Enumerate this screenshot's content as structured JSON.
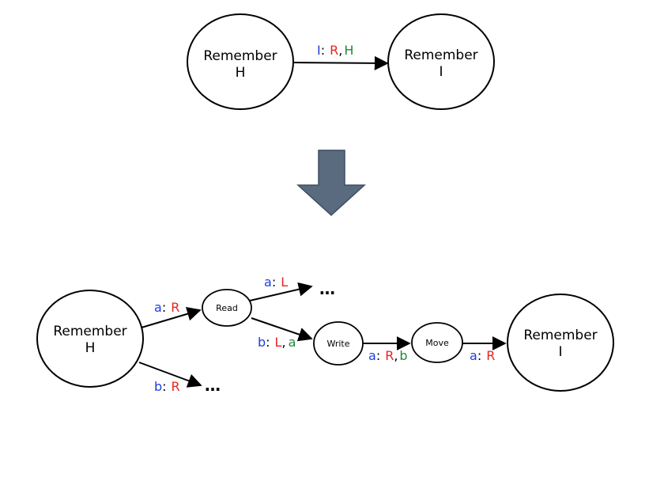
{
  "top": {
    "node_h": {
      "line1": "Remember",
      "line2": "H"
    },
    "node_i": {
      "line1": "Remember",
      "line2": "I"
    },
    "edge": {
      "read": "I",
      "sep": ":",
      "write": "R",
      "comma": ",",
      "state": "H"
    }
  },
  "colors": {
    "read_symbol": "#1f3fd9",
    "direction": "#e8231f",
    "written_symbol": "#1d8a3a",
    "arrow_fill": "#5a6b80"
  },
  "bottom": {
    "node_h": {
      "line1": "Remember",
      "line2": "H"
    },
    "node_read": {
      "label": "Read"
    },
    "node_write": {
      "label": "Write"
    },
    "node_move": {
      "label": "Move"
    },
    "node_i": {
      "line1": "Remember",
      "line2": "I"
    },
    "edge_h_read": {
      "read": "a",
      "sep": ":",
      "move": "R"
    },
    "edge_h_dots": {
      "read": "b",
      "sep": ":",
      "move": "R",
      "dots": "…"
    },
    "edge_read_dots": {
      "read": "a",
      "sep": ":",
      "move": "L",
      "dots": "…"
    },
    "edge_read_write": {
      "read": "b",
      "sep": ":",
      "move": "L",
      "comma": ",",
      "write": "a"
    },
    "edge_write_move": {
      "read": "a",
      "sep": ":",
      "move": "R",
      "comma": ",",
      "write": "b"
    },
    "edge_move_i": {
      "read": "a",
      "sep": ":",
      "move": "R"
    }
  }
}
